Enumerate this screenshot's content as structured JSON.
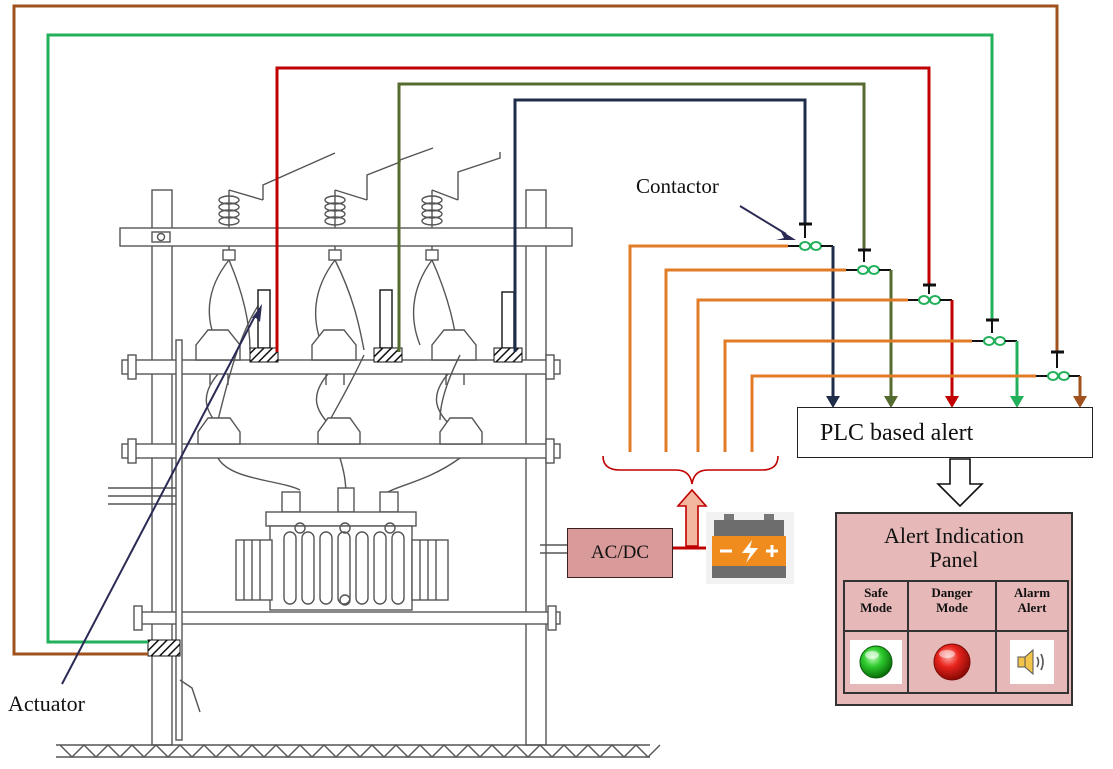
{
  "labels": {
    "contactor": "Contactor",
    "actuator": "Actuator"
  },
  "plc": {
    "label": "PLC based alert"
  },
  "converter": {
    "label": "AC/DC"
  },
  "panel": {
    "title_line1": "Alert Indication",
    "title_line2": "Panel",
    "columns": [
      {
        "line1": "Safe",
        "line2": "Mode",
        "icon": "green-led-icon"
      },
      {
        "line1": "Danger",
        "line2": "Mode",
        "icon": "red-led-icon"
      },
      {
        "line1": "Alarm",
        "line2": "Alert",
        "icon": "speaker-icon"
      }
    ]
  },
  "colors": {
    "brown": "#a0521e",
    "green": "#22b05a",
    "red": "#c00000",
    "olive": "#556b2f",
    "navy": "#1f2d4a",
    "orange": "#e07b28",
    "panel_bg": "#e6b8b8",
    "converter_bg": "#d99a9a"
  }
}
